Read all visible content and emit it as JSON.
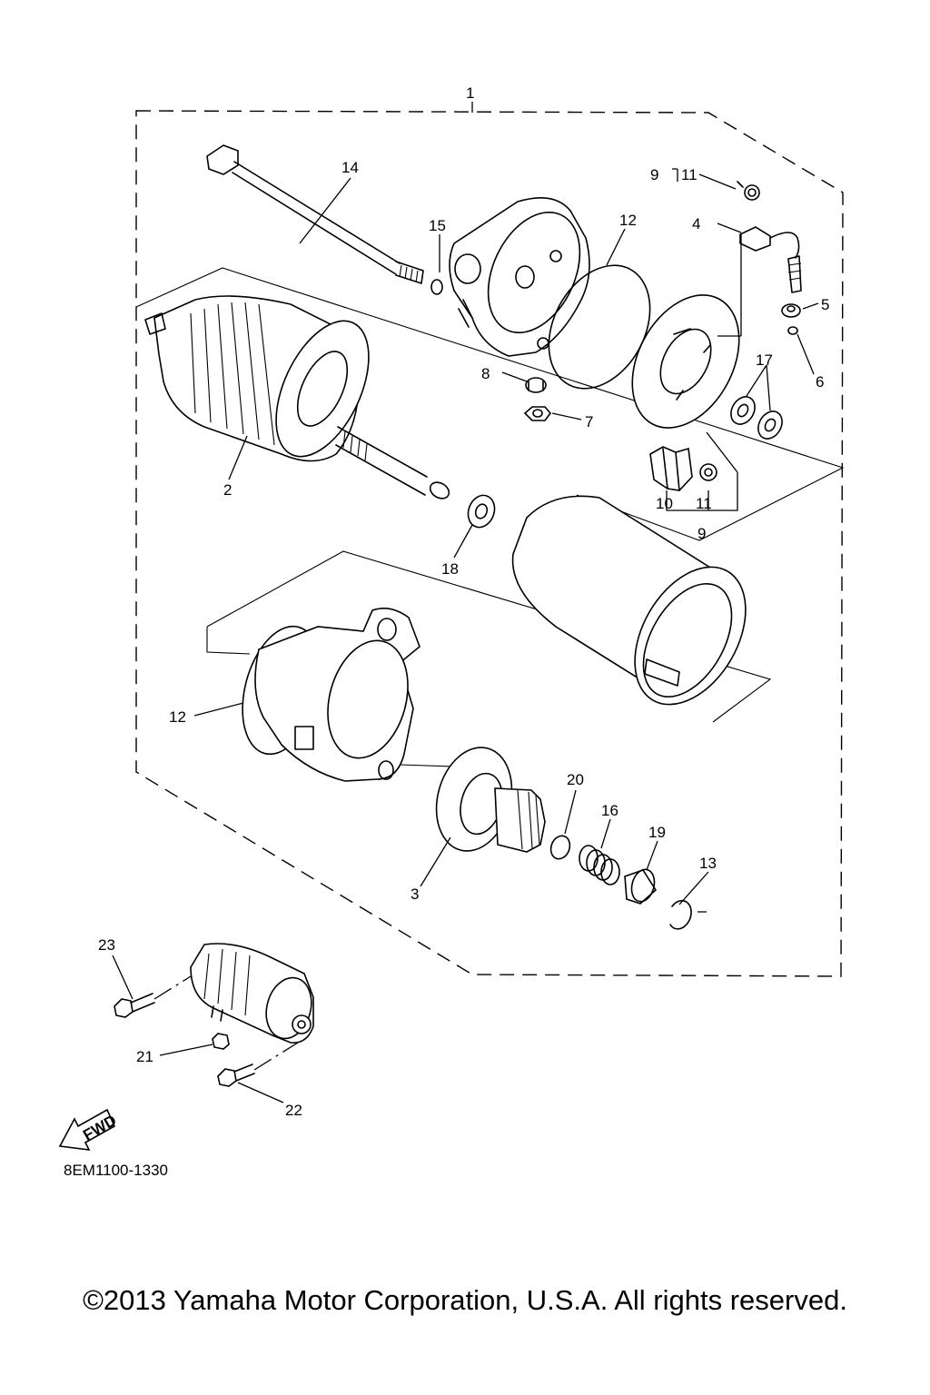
{
  "diagram_code": "8EM1100-1330",
  "copyright": "©2013 Yamaha Motor Corporation, U.S.A. All rights reserved.",
  "fwd_arrow_label": "FWD",
  "callouts": {
    "c1": "1",
    "c2": "2",
    "c3": "3",
    "c4": "4",
    "c5": "5",
    "c6": "6",
    "c7": "7",
    "c8": "8",
    "c9a": "9",
    "c9b": "9",
    "c10": "10",
    "c11a": "11",
    "c11b": "11",
    "c12a": "12",
    "c12b": "12",
    "c13": "13",
    "c14": "14",
    "c15": "15",
    "c16": "16",
    "c17": "17",
    "c18": "18",
    "c19": "19",
    "c20": "20",
    "c21": "21",
    "c22": "22",
    "c23": "23"
  }
}
